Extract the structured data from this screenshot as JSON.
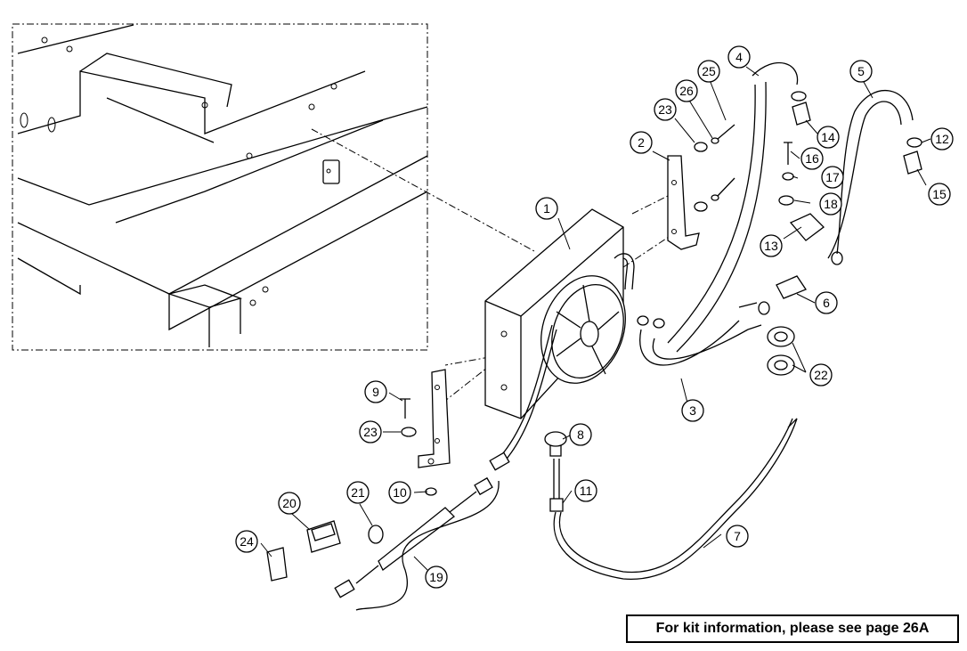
{
  "parts": [
    {
      "num": "1"
    },
    {
      "num": "2"
    },
    {
      "num": "3"
    },
    {
      "num": "4"
    },
    {
      "num": "5"
    },
    {
      "num": "6"
    },
    {
      "num": "7"
    },
    {
      "num": "8"
    },
    {
      "num": "9"
    },
    {
      "num": "10"
    },
    {
      "num": "11"
    },
    {
      "num": "12"
    },
    {
      "num": "13"
    },
    {
      "num": "14"
    },
    {
      "num": "15"
    },
    {
      "num": "16"
    },
    {
      "num": "17"
    },
    {
      "num": "18"
    },
    {
      "num": "19"
    },
    {
      "num": "20"
    },
    {
      "num": "21"
    },
    {
      "num": "22"
    },
    {
      "num": "23"
    },
    {
      "num": "23"
    },
    {
      "num": "24"
    },
    {
      "num": "25"
    },
    {
      "num": "26"
    }
  ],
  "note": {
    "text": "For kit information, please see page 26A"
  }
}
